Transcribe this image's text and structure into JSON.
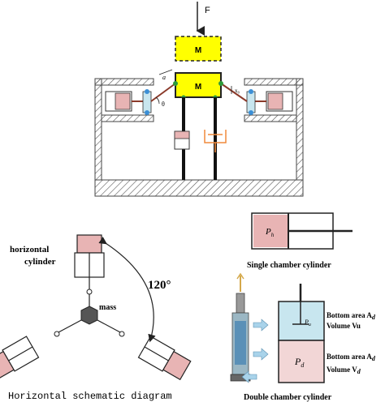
{
  "top_diagram": {
    "force_label": "F",
    "mass_label": "M",
    "ghost_mass_label": "M",
    "link_length_label": "a",
    "angle_label": "θ",
    "displacement_label": "x₀"
  },
  "horizontal_diagram": {
    "cylinder_label_line1": "horizontal",
    "cylinder_label_line2": "cylinder",
    "angle_label": "120°",
    "mass_label": "mass",
    "caption": "Horizontal schematic diagram"
  },
  "single_cylinder": {
    "pressure_main": "P",
    "pressure_sub": "h",
    "caption": "Single chamber cylinder"
  },
  "double_cylinder": {
    "upper_pressure_main": "P",
    "upper_pressure_sub": "u",
    "lower_pressure_main": "P",
    "lower_pressure_sub": "d",
    "upper_area_text": "Bottom area A",
    "upper_area_sub": "d",
    "upper_volume_text": "Volume Vu",
    "lower_area_text": "Bottom area A",
    "lower_area_sub": "d",
    "lower_volume_text": "Volume V",
    "lower_volume_sub": "d",
    "caption": "Double chamber cylinder"
  },
  "colors": {
    "mass_fill": "#ffff00",
    "cylinder_red": "#e8b4b4",
    "cylinder_blue": "#c8e6ef",
    "damper_orange": "#f08a3c",
    "link_brown": "#8b3a2a",
    "joint_green": "#2e9a3a",
    "joint_blue": "#3b8fd6",
    "hatch": "#666666"
  }
}
